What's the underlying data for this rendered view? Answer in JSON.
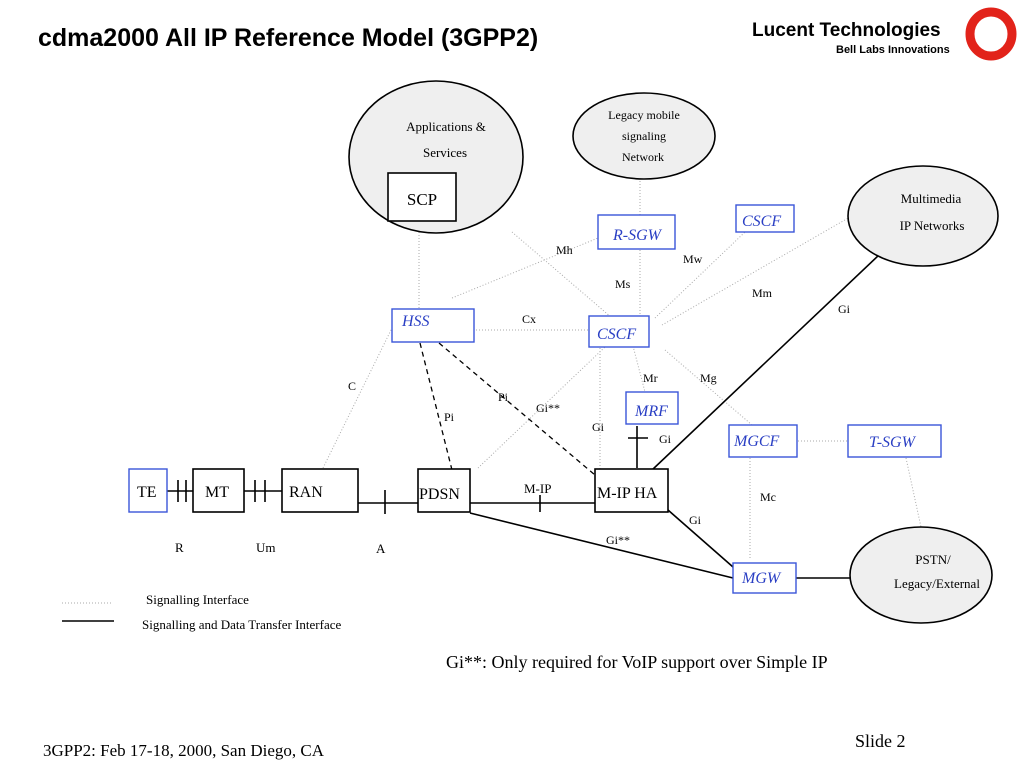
{
  "title": "cdma2000 All IP Reference Model (3GPP2)",
  "logo": {
    "name": "Lucent Technologies",
    "tagline": "Bell Labs Innovations",
    "ring_color": "#e2231a"
  },
  "colors": {
    "box_border": "#3a55d8",
    "italic_text": "#2a3fc4",
    "ellipse_fill": "#efefef"
  },
  "nodes": {
    "apps_line1": "Applications &",
    "apps_line2": "Services",
    "scp": "SCP",
    "legacy_line1": "Legacy mobile",
    "legacy_line2": "signaling",
    "legacy_line3": "Network",
    "multimedia_line1": "Multimedia",
    "multimedia_line2": "IP Networks",
    "pstn_line1": "PSTN/",
    "pstn_line2": "Legacy/External",
    "r_sgw": "R-SGW",
    "cscf_top": "CSCF",
    "hss": "HSS",
    "cscf_mid": "CSCF",
    "mrf": "MRF",
    "mgcf": "MGCF",
    "t_sgw": "T-SGW",
    "mgw": "MGW",
    "te": "TE",
    "mt": "MT",
    "ran": "RAN",
    "pdsn": "PDSN",
    "mip_ha": "M-IP HA"
  },
  "interfaces": {
    "mh": "Mh",
    "mw": "Mw",
    "ms": "Ms",
    "mm": "Mm",
    "gi_mm": "Gi",
    "cx": "Cx",
    "c": "C",
    "pi_left": "Pi",
    "pi_right": "Pi",
    "gi_star_mid": "Gi**",
    "gi_mid": "Gi",
    "mr": "Mr",
    "mg": "Mg",
    "gi_mrf": "Gi",
    "mip": "M-IP",
    "mc": "Mc",
    "gi_ha": "Gi",
    "gi_star_low": "Gi**",
    "r": "R",
    "um": "Um",
    "a": "A"
  },
  "legend": {
    "signalling": "Signalling Interface",
    "signalling_data": "Signalling and Data Transfer Interface"
  },
  "note": "Gi**: Only required for VoIP support over Simple IP",
  "footer": {
    "left": "3GPP2: Feb 17-18, 2000, San Diego, CA",
    "right": "Slide 2"
  }
}
